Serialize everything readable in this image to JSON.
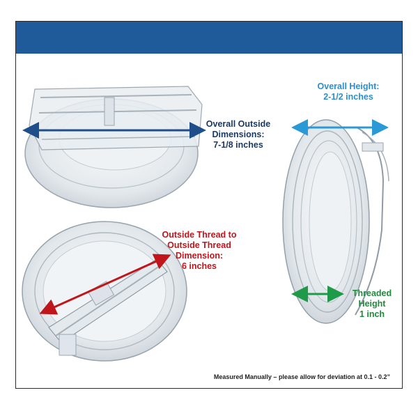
{
  "labels": {
    "overall_outside": [
      "Overall Outside",
      "Dimensions:",
      "7-1/8 inches"
    ],
    "thread_to_thread": [
      "Outside Thread to",
      "Outside Thread",
      "Dimension:",
      "6 inches"
    ],
    "overall_height": [
      "Overall Height:",
      "2-1/2 inches"
    ],
    "threaded_height": [
      "Threaded",
      "Height",
      "1 inch"
    ]
  },
  "note": "Measured Manually – please allow for deviation at 0.1 - 0.2”",
  "colors": {
    "banner": "#1f5a9a",
    "navy_arrow": "#1f4f8a",
    "red_arrow": "#c0151b",
    "blue_arrow": "#2a9ad6",
    "green_arrow": "#1f9a48"
  }
}
